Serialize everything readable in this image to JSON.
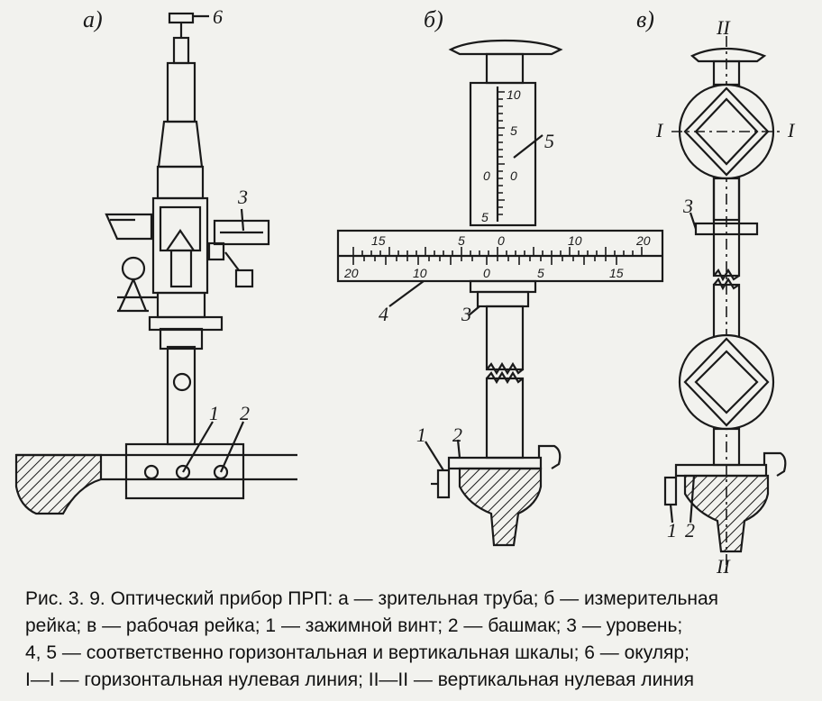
{
  "panels": {
    "a": "а)",
    "b": "б)",
    "v": "в)"
  },
  "callouts": {
    "a_6": "6",
    "a_3": "3",
    "a_1": "1",
    "a_2": "2",
    "b_5": "5",
    "b_4": "4",
    "b_3": "3",
    "b_1": "1",
    "b_2": "2",
    "v_3": "3",
    "v_1": "1",
    "v_2": "2"
  },
  "lines": {
    "I_left": "I",
    "I_right": "I",
    "II_top": "II",
    "II_bottom": "II"
  },
  "vertical_scale": {
    "labels": [
      "10",
      "5",
      "0",
      "0",
      "5"
    ]
  },
  "horizontal_scale": {
    "top_labels": [
      "15",
      "5",
      "0",
      "10",
      "20"
    ],
    "bottom_labels": [
      "20",
      "10",
      "0",
      "5",
      "15"
    ]
  },
  "caption": {
    "lines": [
      "Рис. 3. 9. Оптический прибор ПРП: а — зрительная труба; б — измерительная",
      "рейка; в — рабочая рейка; 1 — зажимной винт; 2 — башмак; 3 — уровень;",
      "4, 5 — соответственно горизонтальная и вертикальная шкалы; 6 — окуляр;",
      "I—I — горизонтальная нулевая линия; II—II — вертикальная нулевая линия"
    ]
  },
  "colors": {
    "ink": "#1a1a1a",
    "paper": "#f2f2ee"
  }
}
